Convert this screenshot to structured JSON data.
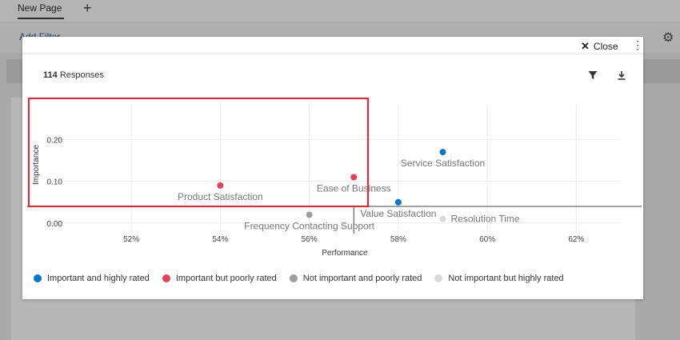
{
  "background": {
    "tab_label": "New Page",
    "add_tab": "+",
    "add_filter": "Add Filter",
    "settings_icon": "gear-icon"
  },
  "modal": {
    "close_label": "Close",
    "close_icon": "close-icon",
    "menu_icon": "kebab-icon",
    "responses_count": "114",
    "responses_label": "Responses",
    "filter_icon": "filter-icon",
    "download_icon": "download-icon",
    "highlight_color": "#cc3340"
  },
  "chart_data": {
    "type": "scatter",
    "xlabel": "Performance",
    "ylabel": "Importance",
    "xlim": [
      50.2,
      63.0
    ],
    "ylim": [
      -0.025,
      0.285
    ],
    "x_ticks": [
      52,
      54,
      56,
      58,
      60,
      62
    ],
    "x_tick_labels": [
      "52%",
      "54%",
      "56%",
      "58%",
      "60%",
      "62%"
    ],
    "y_ticks": [
      0.0,
      0.1,
      0.2
    ],
    "y_tick_labels": [
      "0.00",
      "0.10",
      "0.20"
    ],
    "reference_lines": {
      "x": 57.0,
      "y": 0.04
    },
    "grid": true,
    "points": [
      {
        "label": "Service Satisfaction",
        "x": 59.0,
        "y": 0.17,
        "category": "Important and highly rated"
      },
      {
        "label": "Value Satisfaction",
        "x": 58.0,
        "y": 0.05,
        "category": "Important and highly rated"
      },
      {
        "label": "Product Satisfaction",
        "x": 54.0,
        "y": 0.09,
        "category": "Important but poorly rated"
      },
      {
        "label": "Ease of Business",
        "x": 57.0,
        "y": 0.11,
        "category": "Important but poorly rated"
      },
      {
        "label": "Frequency Contacting Support",
        "x": 56.0,
        "y": 0.02,
        "category": "Not important and poorly rated"
      },
      {
        "label": "Resolution Time",
        "x": 59.0,
        "y": 0.01,
        "category": "Not important but highly rated"
      }
    ],
    "legend": [
      {
        "name": "Important and highly rated",
        "color": "#0a76c4"
      },
      {
        "name": "Important but poorly rated",
        "color": "#e04455"
      },
      {
        "name": "Not important and poorly rated",
        "color": "#9e9e9e"
      },
      {
        "name": "Not important but highly rated",
        "color": "#dadada"
      }
    ],
    "legend_position": "bottom"
  }
}
